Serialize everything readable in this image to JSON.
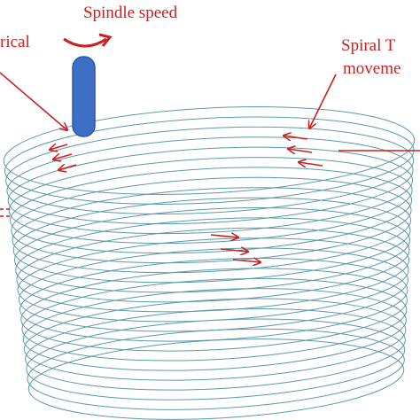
{
  "labels": {
    "spindle_speed": "Spindle speed",
    "left_cut": "rical",
    "spiral_line1": "Spiral  T",
    "spiral_line2": "moveme"
  },
  "colors": {
    "annotation": "#cc1f1f",
    "spiral": "#5a9aa8",
    "tool": "#3f6fc4",
    "tool_outline": "#2f59a8"
  },
  "spiral": {
    "turns": 24
  }
}
